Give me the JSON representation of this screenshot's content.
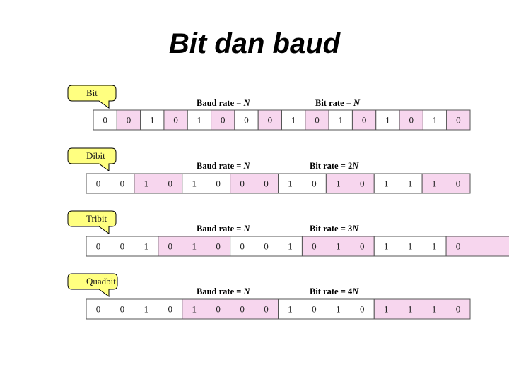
{
  "title": "Bit dan baud",
  "colors": {
    "bubble_fill": "#FFFF80",
    "bubble_stroke": "#000000",
    "highlight_fill": "#F7D6EE",
    "cell_border": "#555555"
  },
  "rows": [
    {
      "label": "Bit",
      "baud_prefix": "Baud rate = ",
      "baud_var": "N",
      "bit_prefix": "Bit rate = ",
      "bit_var": "N",
      "bits_per_baud": 1,
      "bits": [
        "0",
        "0",
        "1",
        "0",
        "1",
        "0",
        "0",
        "0",
        "1",
        "0",
        "1",
        "0",
        "1",
        "0",
        "1",
        "0"
      ]
    },
    {
      "label": "Dibit",
      "baud_prefix": "Baud rate = ",
      "baud_var": "N",
      "bit_prefix": "Bit rate = 2",
      "bit_var": "N",
      "bits_per_baud": 2,
      "bits": [
        "0",
        "0",
        "1",
        "0",
        "1",
        "0",
        "0",
        "0",
        "1",
        "0",
        "1",
        "0",
        "1",
        "1",
        "1",
        "0"
      ]
    },
    {
      "label": "Tribit",
      "baud_prefix": "Baud rate = ",
      "baud_var": "N",
      "bit_prefix": "Bit rate = 3",
      "bit_var": "N",
      "bits_per_baud": 3,
      "bits": [
        "0",
        "0",
        "1",
        "0",
        "1",
        "0",
        "0",
        "0",
        "1",
        "0",
        "1",
        "0",
        "1",
        "1",
        "1",
        "0"
      ]
    },
    {
      "label": "Quadbit",
      "baud_prefix": "Baud rate = ",
      "baud_var": "N",
      "bit_prefix": "Bit rate = 4",
      "bit_var": "N",
      "bits_per_baud": 4,
      "bits": [
        "0",
        "0",
        "1",
        "0",
        "1",
        "0",
        "0",
        "0",
        "1",
        "0",
        "1",
        "0",
        "1",
        "1",
        "1",
        "0"
      ]
    }
  ]
}
